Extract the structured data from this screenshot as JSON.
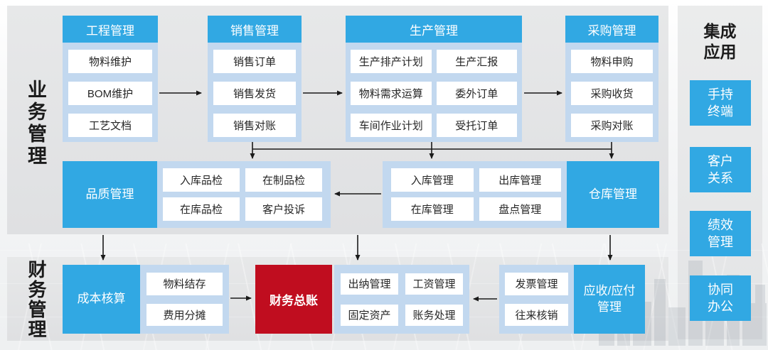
{
  "colors": {
    "accent_blue": "#31a8e3",
    "container_blue": "#c2d8ef",
    "ledger_red": "#c00d1f",
    "panel_gray": "#e2e3e5",
    "text_dark": "#262626"
  },
  "side_labels": {
    "business": "业务管理",
    "finance": "财务管理"
  },
  "top_sections": [
    {
      "title": "工程管理",
      "items": [
        "物料维护",
        "BOM维护",
        "工艺文档"
      ]
    },
    {
      "title": "销售管理",
      "items": [
        "销售订单",
        "销售发货",
        "销售对账"
      ]
    },
    {
      "title": "生产管理",
      "items": [
        "生产排产计划",
        "生产汇报",
        "物料需求运算",
        "委外订单",
        "车间作业计划",
        "受托订单"
      ]
    },
    {
      "title": "采购管理",
      "items": [
        "物料申购",
        "采购收货",
        "采购对账"
      ]
    }
  ],
  "middle_sections": {
    "quality": {
      "title": "品质管理",
      "items": [
        "入库品检",
        "在制品检",
        "在库品检",
        "客户投诉"
      ]
    },
    "warehouse": {
      "title": "仓库管理",
      "items": [
        "入库管理",
        "出库管理",
        "在库管理",
        "盘点管理"
      ]
    }
  },
  "bottom_sections": {
    "costing": {
      "title": "成本核算",
      "items": [
        "物料结存",
        "费用分摊"
      ]
    },
    "ledger": {
      "title": "财务总账"
    },
    "treasury": {
      "items": [
        "出纳管理",
        "工资管理",
        "固定资产",
        "账务处理"
      ]
    },
    "receivables": {
      "title": "应收/应付\n管理",
      "items": [
        "发票管理",
        "往来核销"
      ]
    }
  },
  "right_panel": {
    "title": "集成\n应用",
    "items": [
      "手持\n终端",
      "客户\n关系",
      "绩效\n管理",
      "协同\n办公"
    ]
  }
}
